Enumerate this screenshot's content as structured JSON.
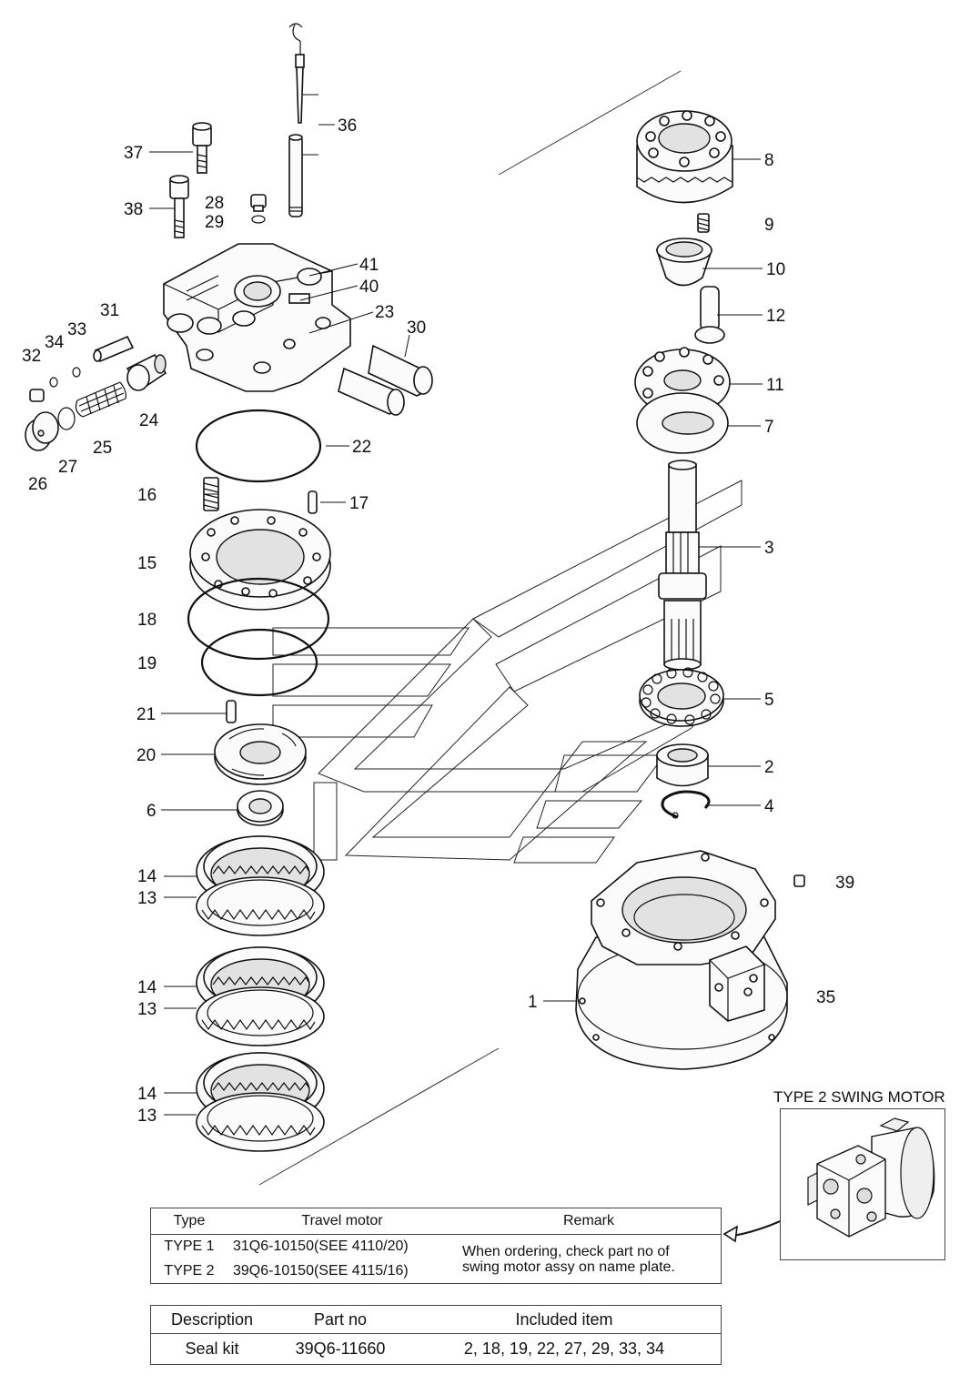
{
  "callouts": [
    {
      "id": "37",
      "label": "37"
    },
    {
      "id": "38",
      "label": "38"
    },
    {
      "id": "28",
      "label": "28"
    },
    {
      "id": "29",
      "label": "29"
    },
    {
      "id": "36",
      "label": "36"
    },
    {
      "id": "41",
      "label": "41"
    },
    {
      "id": "40",
      "label": "40"
    },
    {
      "id": "23",
      "label": "23"
    },
    {
      "id": "31",
      "label": "31"
    },
    {
      "id": "30",
      "label": "30"
    },
    {
      "id": "32",
      "label": "32"
    },
    {
      "id": "34",
      "label": "34"
    },
    {
      "id": "33",
      "label": "33"
    },
    {
      "id": "24",
      "label": "24"
    },
    {
      "id": "25",
      "label": "25"
    },
    {
      "id": "27",
      "label": "27"
    },
    {
      "id": "26",
      "label": "26"
    },
    {
      "id": "22",
      "label": "22"
    },
    {
      "id": "16",
      "label": "16"
    },
    {
      "id": "17",
      "label": "17"
    },
    {
      "id": "15",
      "label": "15"
    },
    {
      "id": "18",
      "label": "18"
    },
    {
      "id": "19",
      "label": "19"
    },
    {
      "id": "21",
      "label": "21"
    },
    {
      "id": "20",
      "label": "20"
    },
    {
      "id": "6",
      "label": "6"
    },
    {
      "id": "14a",
      "label": "14"
    },
    {
      "id": "13a",
      "label": "13"
    },
    {
      "id": "14b",
      "label": "14"
    },
    {
      "id": "13b",
      "label": "13"
    },
    {
      "id": "14c",
      "label": "14"
    },
    {
      "id": "13c",
      "label": "13"
    },
    {
      "id": "8",
      "label": "8"
    },
    {
      "id": "9",
      "label": "9"
    },
    {
      "id": "10",
      "label": "10"
    },
    {
      "id": "12",
      "label": "12"
    },
    {
      "id": "11",
      "label": "11"
    },
    {
      "id": "7",
      "label": "7"
    },
    {
      "id": "3",
      "label": "3"
    },
    {
      "id": "5",
      "label": "5"
    },
    {
      "id": "2",
      "label": "2"
    },
    {
      "id": "4",
      "label": "4"
    },
    {
      "id": "39",
      "label": "39"
    },
    {
      "id": "1",
      "label": "1"
    },
    {
      "id": "35",
      "label": "35"
    }
  ],
  "inset": {
    "caption": "TYPE 2 SWING MOTOR"
  },
  "type_table": {
    "headers": {
      "type": "Type",
      "motor": "Travel motor",
      "remark": "Remark"
    },
    "rows": [
      {
        "type": "TYPE 1",
        "motor": "31Q6-10150(SEE 4110/20)"
      },
      {
        "type": "TYPE 2",
        "motor": "39Q6-10150(SEE 4115/16)"
      }
    ],
    "remark_line1": "When ordering, check part no of",
    "remark_line2": "swing motor assy on name plate."
  },
  "seal_table": {
    "headers": {
      "description": "Description",
      "part_no": "Part no",
      "included": "Included item"
    },
    "row": {
      "description": "Seal kit",
      "part_no": "39Q6-11660",
      "included": "2, 18, 19, 22, 27, 29, 33, 34"
    }
  },
  "colors": {
    "line": "#111111",
    "background": "#ffffff"
  }
}
